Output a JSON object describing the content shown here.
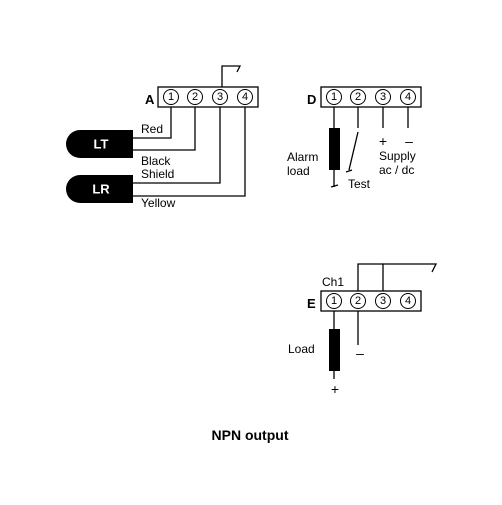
{
  "block_a": {
    "label": "A",
    "terminals": [
      "1",
      "2",
      "3",
      "4"
    ],
    "sensor_lt": "LT",
    "sensor_lr": "LR",
    "wire_red": "Red",
    "wire_black": "Black",
    "wire_shield": "Shield",
    "wire_yellow": "Yellow"
  },
  "block_d": {
    "label": "D",
    "terminals": [
      "1",
      "2",
      "3",
      "4"
    ],
    "alarm_line1": "Alarm",
    "alarm_line2": "load",
    "test": "Test",
    "plus": "+",
    "minus": "–",
    "supply_line1": "Supply",
    "supply_line2": "ac / dc"
  },
  "block_e": {
    "label": "E",
    "channel": "Ch1",
    "terminals": [
      "1",
      "2",
      "3",
      "4"
    ],
    "load": "Load",
    "minus": "–",
    "plus": "+"
  },
  "caption": "NPN output"
}
